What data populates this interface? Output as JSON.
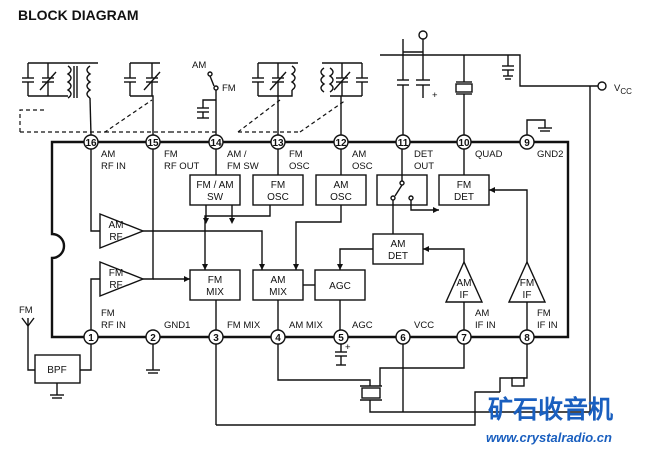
{
  "title": "BLOCK DIAGRAM",
  "vcc_label": "VCC",
  "top_pins": [
    {
      "num": "16",
      "label1": "AM",
      "label2": "RF  IN"
    },
    {
      "num": "15",
      "label1": "FM",
      "label2": "RF  OUT"
    },
    {
      "num": "14",
      "label1": "AM /",
      "label2": "FM  SW"
    },
    {
      "num": "13",
      "label1": "FM",
      "label2": "OSC"
    },
    {
      "num": "12",
      "label1": "AM",
      "label2": "OSC"
    },
    {
      "num": "11",
      "label1": "DET",
      "label2": "OUT"
    },
    {
      "num": "10",
      "label1": "QUAD",
      "label2": ""
    },
    {
      "num": "9",
      "label1": "GND2",
      "label2": ""
    }
  ],
  "bottom_pins": [
    {
      "num": "1",
      "label1": "FM",
      "label2": "RF  IN"
    },
    {
      "num": "2",
      "label1": "GND1",
      "label2": ""
    },
    {
      "num": "3",
      "label1": "FM  MIX",
      "label2": ""
    },
    {
      "num": "4",
      "label1": "AM  MIX",
      "label2": ""
    },
    {
      "num": "5",
      "label1": "AGC",
      "label2": ""
    },
    {
      "num": "6",
      "label1": "VCC",
      "label2": ""
    },
    {
      "num": "7",
      "label1": "AM",
      "label2": "IF  IN"
    },
    {
      "num": "8",
      "label1": "FM",
      "label2": "IF  IN"
    }
  ],
  "blocks": {
    "fm_am_sw": [
      "FM / AM",
      "SW"
    ],
    "fm_osc": [
      "FM",
      "OSC"
    ],
    "am_osc": [
      "AM",
      "OSC"
    ],
    "fm_det": [
      "FM",
      "DET"
    ],
    "am_det": [
      "AM",
      "DET"
    ],
    "fm_mix": [
      "FM",
      "MIX"
    ],
    "am_mix": [
      "AM",
      "MIX"
    ],
    "agc": "AGC",
    "bpf": "BPF"
  },
  "amplifiers": {
    "am_rf": [
      "AM",
      "RF"
    ],
    "fm_rf": [
      "FM",
      "RF"
    ],
    "am_if": [
      "AM",
      "IF"
    ],
    "fm_if": [
      "FM",
      "IF"
    ]
  },
  "switch_labels": {
    "am": "AM",
    "fm": "FM"
  },
  "antenna_label": "FM",
  "watermark": {
    "cn": "矿石收音机",
    "url": "www.crystalradio.cn"
  }
}
